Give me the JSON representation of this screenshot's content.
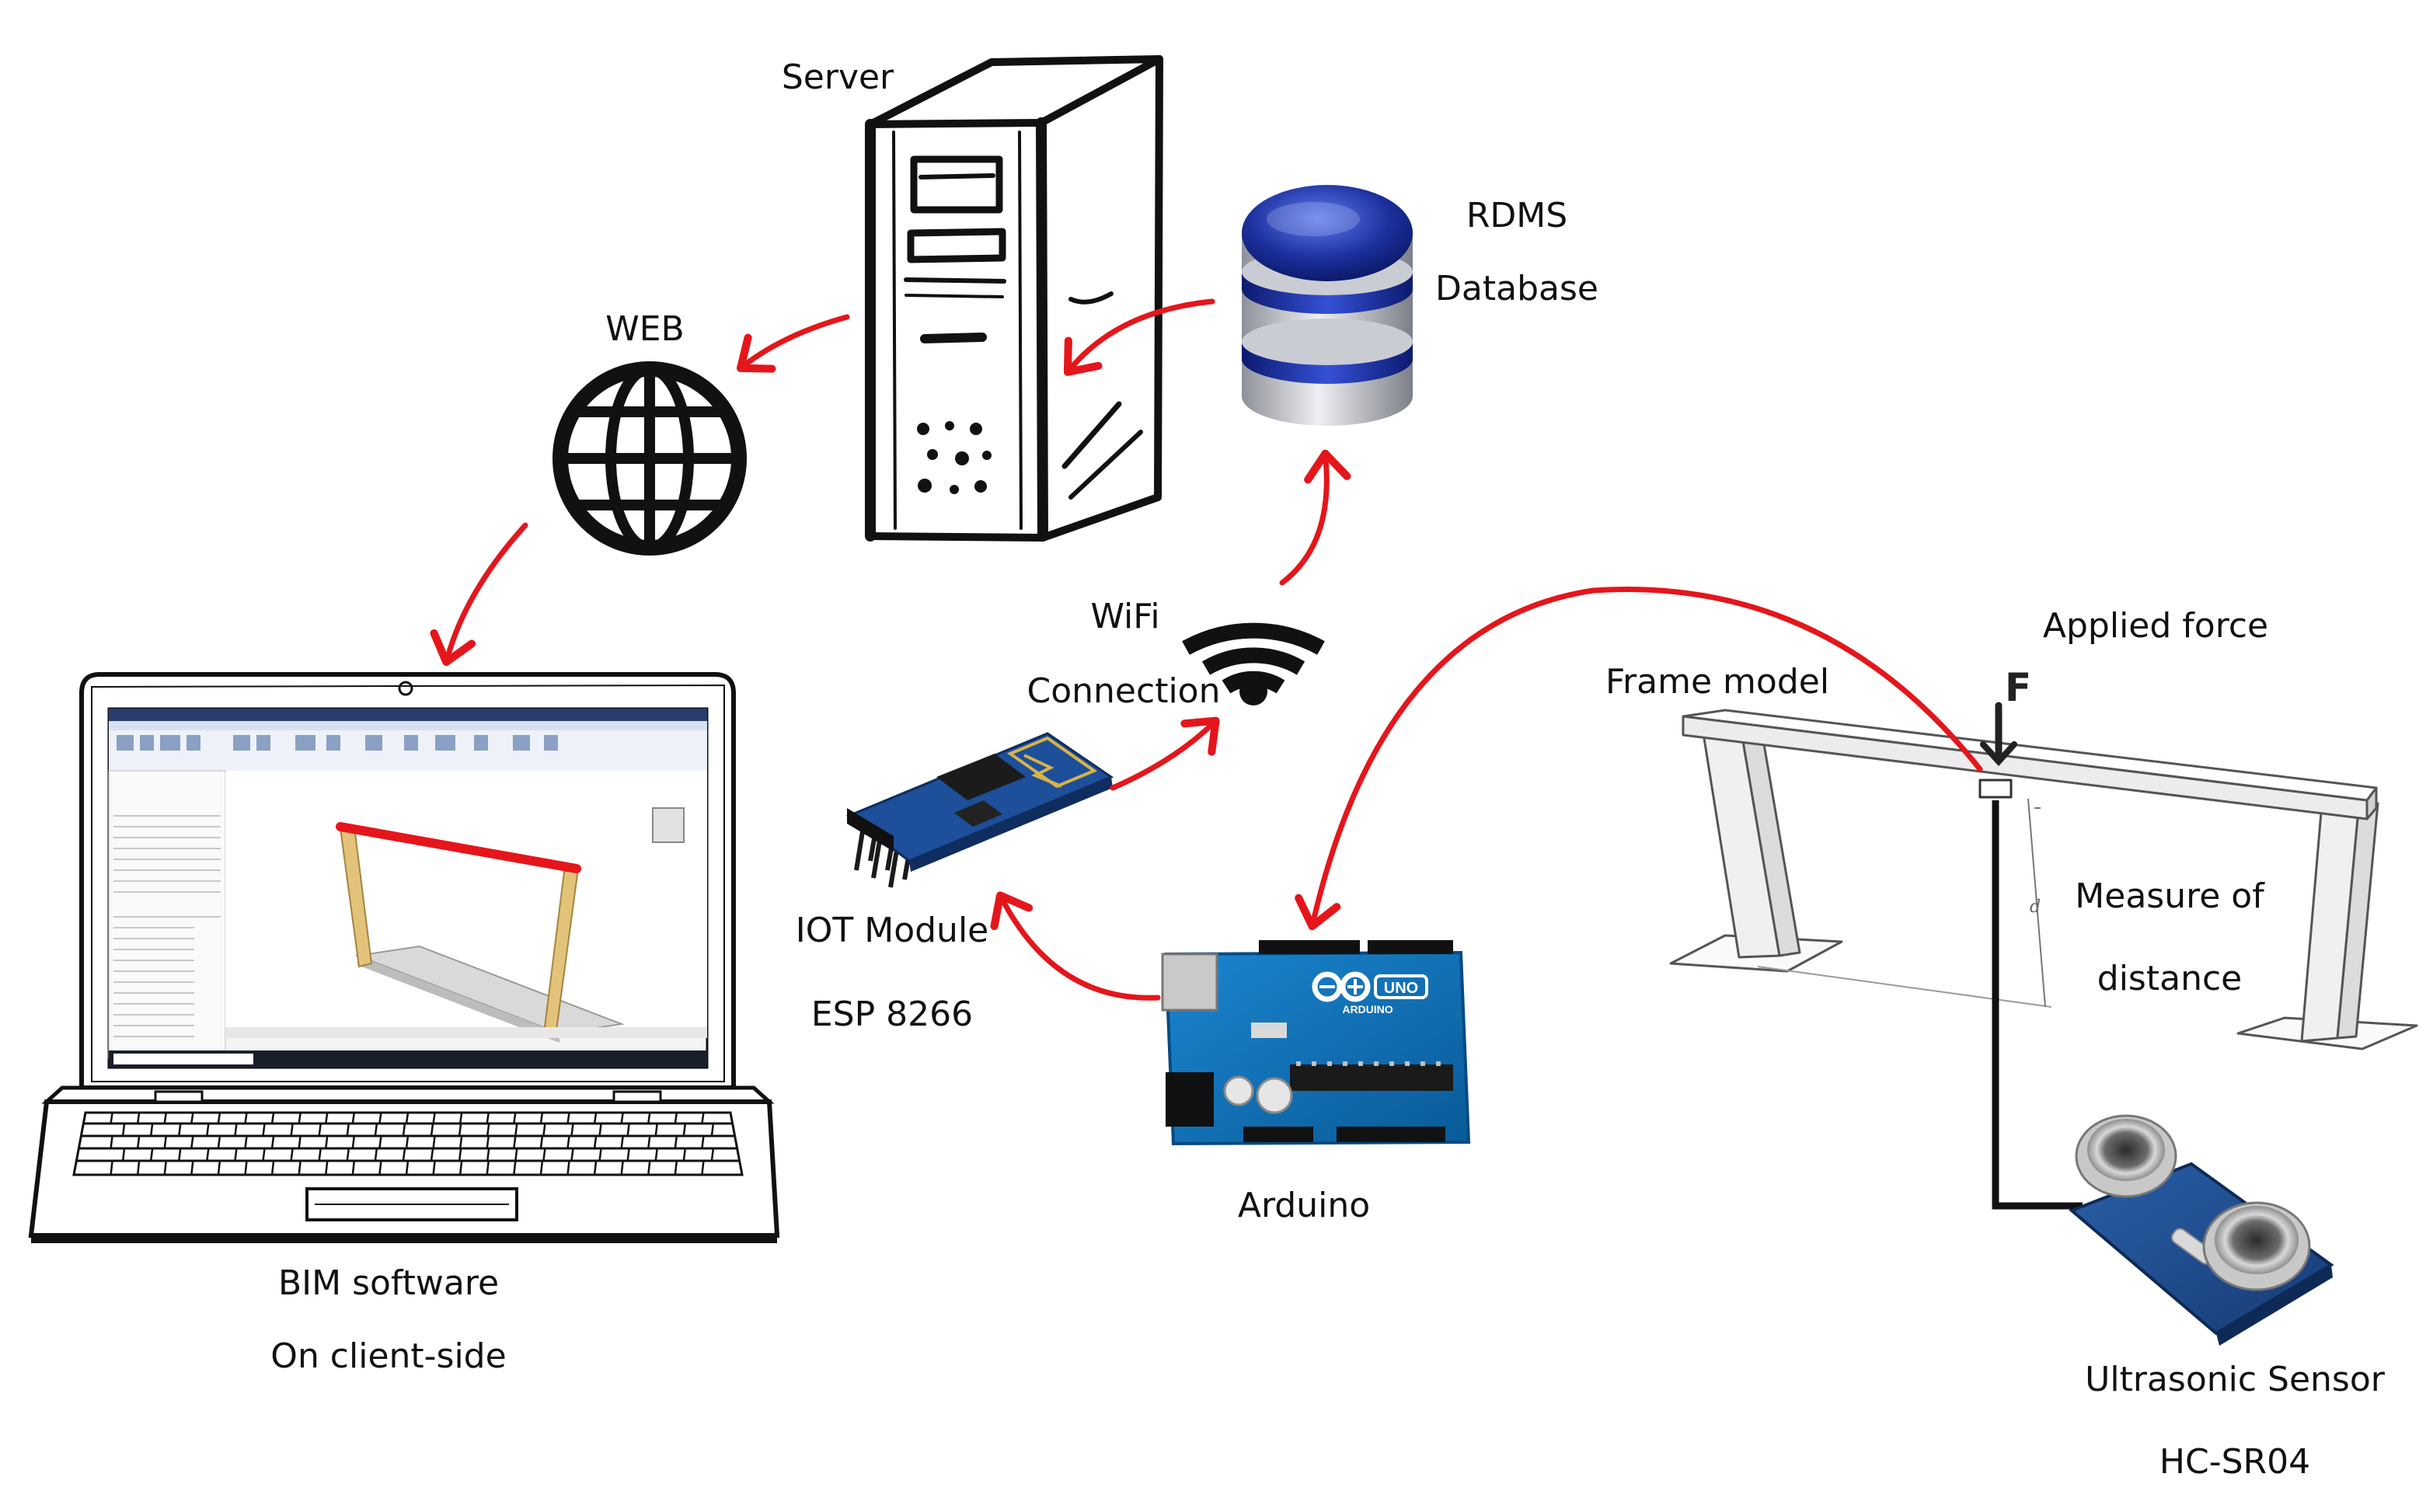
{
  "labels": {
    "server": "Server",
    "rdms": "RDMS",
    "database": "Database",
    "web": "WEB",
    "wifi": "WiFi",
    "connection": "Connection",
    "frame_model": "Frame model",
    "applied_force": "Applied force",
    "force_symbol": "F",
    "measure_of": "Measure of",
    "distance": "distance",
    "distance_symbol": "d",
    "iot_module": "IOT Module",
    "esp": "ESP 8266",
    "arduino": "Arduino",
    "bim_software": "BIM software",
    "client_side": "On client-side",
    "ultrasonic": "Ultrasonic Sensor",
    "hc_sr04": "HC-SR04",
    "uno": "UNO",
    "arduino_board_text": "ARDUINO"
  },
  "colors": {
    "arrow": "#e4161b",
    "db_blue": "#1b2f9c",
    "db_silver": "#b9bcc4",
    "board_blue": "#0d6fb8",
    "esp_blue": "#1d4f9a",
    "sensor_blue": "#1c4b8f"
  }
}
